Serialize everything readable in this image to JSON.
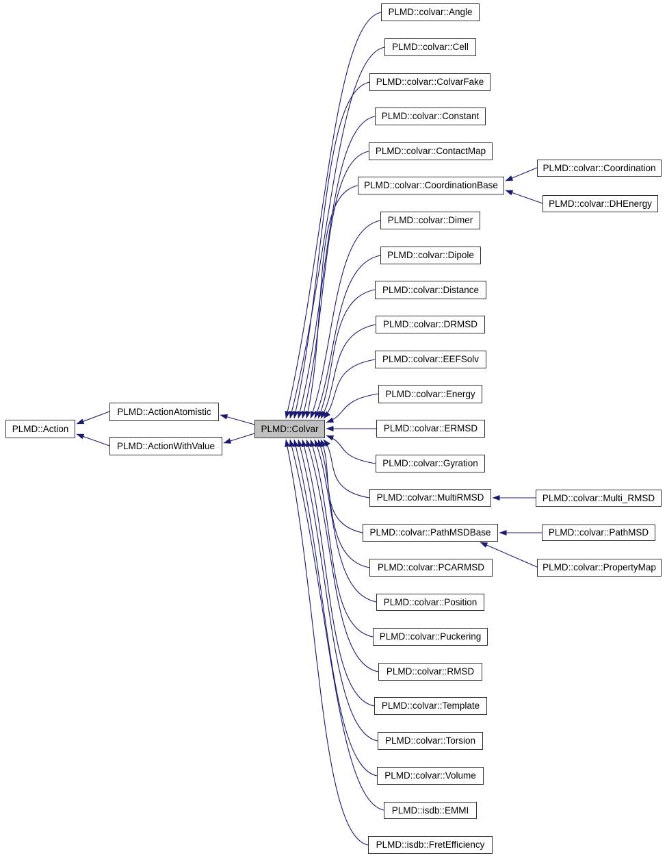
{
  "diagram": {
    "type": "class-inheritance-graph",
    "highlighted_node": "PLMD::Colvar",
    "colors": {
      "edge": "#191970",
      "node_border": "#303030",
      "node_fill": "#ffffff",
      "highlight_fill": "#bfbfbf",
      "text": "#000000",
      "background": "#ffffff"
    },
    "nodes": [
      {
        "id": "action",
        "label": "PLMD::Action"
      },
      {
        "id": "actionAtomistic",
        "label": "PLMD::ActionAtomistic"
      },
      {
        "id": "actionWithValue",
        "label": "PLMD::ActionWithValue"
      },
      {
        "id": "colvar",
        "label": "PLMD::Colvar"
      },
      {
        "id": "angle",
        "label": "PLMD::colvar::Angle"
      },
      {
        "id": "cell",
        "label": "PLMD::colvar::Cell"
      },
      {
        "id": "colvarFake",
        "label": "PLMD::colvar::ColvarFake"
      },
      {
        "id": "constant",
        "label": "PLMD::colvar::Constant"
      },
      {
        "id": "contactMap",
        "label": "PLMD::colvar::ContactMap"
      },
      {
        "id": "coordinationBase",
        "label": "PLMD::colvar::CoordinationBase"
      },
      {
        "id": "dimer",
        "label": "PLMD::colvar::Dimer"
      },
      {
        "id": "dipole",
        "label": "PLMD::colvar::Dipole"
      },
      {
        "id": "distance",
        "label": "PLMD::colvar::Distance"
      },
      {
        "id": "drmsd",
        "label": "PLMD::colvar::DRMSD"
      },
      {
        "id": "eefsolv",
        "label": "PLMD::colvar::EEFSolv"
      },
      {
        "id": "energy",
        "label": "PLMD::colvar::Energy"
      },
      {
        "id": "ermsd",
        "label": "PLMD::colvar::ERMSD"
      },
      {
        "id": "gyration",
        "label": "PLMD::colvar::Gyration"
      },
      {
        "id": "multiRMSD",
        "label": "PLMD::colvar::MultiRMSD"
      },
      {
        "id": "pathMSDBase",
        "label": "PLMD::colvar::PathMSDBase"
      },
      {
        "id": "pcarmsd",
        "label": "PLMD::colvar::PCARMSD"
      },
      {
        "id": "position",
        "label": "PLMD::colvar::Position"
      },
      {
        "id": "puckering",
        "label": "PLMD::colvar::Puckering"
      },
      {
        "id": "rmsd",
        "label": "PLMD::colvar::RMSD"
      },
      {
        "id": "template",
        "label": "PLMD::colvar::Template"
      },
      {
        "id": "torsion",
        "label": "PLMD::colvar::Torsion"
      },
      {
        "id": "volume",
        "label": "PLMD::colvar::Volume"
      },
      {
        "id": "emmi",
        "label": "PLMD::isdb::EMMI"
      },
      {
        "id": "fretEfficiency",
        "label": "PLMD::isdb::FretEfficiency"
      },
      {
        "id": "coordination",
        "label": "PLMD::colvar::Coordination"
      },
      {
        "id": "dhenergy",
        "label": "PLMD::colvar::DHEnergy"
      },
      {
        "id": "multi_RMSD",
        "label": "PLMD::colvar::Multi_RMSD"
      },
      {
        "id": "pathMSD",
        "label": "PLMD::colvar::PathMSD"
      },
      {
        "id": "propertyMap",
        "label": "PLMD::colvar::PropertyMap"
      }
    ],
    "edges": [
      {
        "from": "actionAtomistic",
        "to": "action"
      },
      {
        "from": "actionWithValue",
        "to": "action"
      },
      {
        "from": "colvar",
        "to": "actionAtomistic"
      },
      {
        "from": "colvar",
        "to": "actionWithValue"
      },
      {
        "from": "angle",
        "to": "colvar"
      },
      {
        "from": "cell",
        "to": "colvar"
      },
      {
        "from": "colvarFake",
        "to": "colvar"
      },
      {
        "from": "constant",
        "to": "colvar"
      },
      {
        "from": "contactMap",
        "to": "colvar"
      },
      {
        "from": "coordinationBase",
        "to": "colvar"
      },
      {
        "from": "dimer",
        "to": "colvar"
      },
      {
        "from": "dipole",
        "to": "colvar"
      },
      {
        "from": "distance",
        "to": "colvar"
      },
      {
        "from": "drmsd",
        "to": "colvar"
      },
      {
        "from": "eefsolv",
        "to": "colvar"
      },
      {
        "from": "energy",
        "to": "colvar"
      },
      {
        "from": "ermsd",
        "to": "colvar"
      },
      {
        "from": "gyration",
        "to": "colvar"
      },
      {
        "from": "multiRMSD",
        "to": "colvar"
      },
      {
        "from": "pathMSDBase",
        "to": "colvar"
      },
      {
        "from": "pcarmsd",
        "to": "colvar"
      },
      {
        "from": "position",
        "to": "colvar"
      },
      {
        "from": "puckering",
        "to": "colvar"
      },
      {
        "from": "rmsd",
        "to": "colvar"
      },
      {
        "from": "template",
        "to": "colvar"
      },
      {
        "from": "torsion",
        "to": "colvar"
      },
      {
        "from": "volume",
        "to": "colvar"
      },
      {
        "from": "emmi",
        "to": "colvar"
      },
      {
        "from": "fretEfficiency",
        "to": "colvar"
      },
      {
        "from": "coordination",
        "to": "coordinationBase"
      },
      {
        "from": "dhenergy",
        "to": "coordinationBase"
      },
      {
        "from": "multi_RMSD",
        "to": "multiRMSD"
      },
      {
        "from": "pathMSD",
        "to": "pathMSDBase"
      },
      {
        "from": "propertyMap",
        "to": "pathMSDBase"
      }
    ]
  }
}
